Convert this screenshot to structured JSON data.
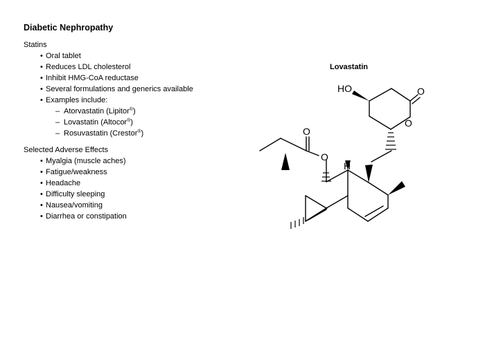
{
  "slide": {
    "title": "Diabetic Nephropathy",
    "statins": {
      "heading": "Statins",
      "bullets": [
        "Oral tablet",
        "Reduces LDL cholesterol",
        "Inhibit HMG-CoA reductase",
        "Several formulations and generics available",
        "Examples include:"
      ],
      "examples": [
        {
          "name": "Atorvastatin (Lipitor",
          "mark": "®",
          "close": ")"
        },
        {
          "name": "Lovastatin (Altocor",
          "mark": "®",
          "close": ")"
        },
        {
          "name": "Rosuvastatin (Crestor",
          "mark": "®",
          "close": ")"
        }
      ]
    },
    "adverse": {
      "heading": "Selected Adverse Effects",
      "bullets": [
        "Myalgia (muscle aches)",
        "Fatigue/weakness",
        "Headache",
        "Difficulty sleeping",
        "Nausea/vomiting",
        "Diarrhea or constipation"
      ]
    }
  },
  "structure": {
    "title": "Lovastatin",
    "atoms": {
      "ho": "HO",
      "lactone_carbonyl_o": "O",
      "ring_o": "O",
      "ester_carbonyl_o": "O",
      "ester_o": "O",
      "h": "H"
    }
  },
  "bullet_glyph": "•",
  "dash_glyph": "–"
}
